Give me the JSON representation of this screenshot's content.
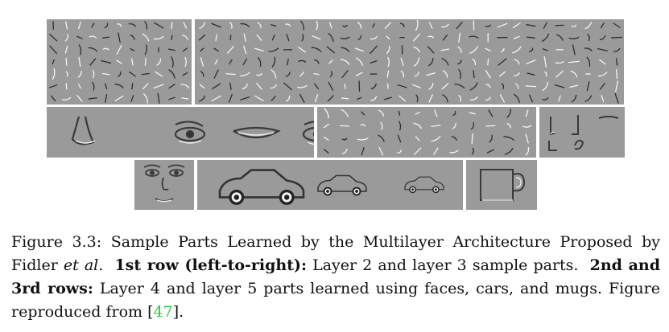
{
  "caption": {
    "label": "Figure 3.3:",
    "text_intro": "Sample Parts Learned by the Multilayer Architecture Proposed by Fidler",
    "et_al": "et al.",
    "row1_bold": "1st row (left-to-right):",
    "row1_text": "Layer 2 and layer 3 sample parts.",
    "row23_bold": "2nd and 3rd rows:",
    "row23_text": "Layer 4 and layer 5 parts learned using faces, cars, and mugs. Figure reproduced from",
    "citation": "47",
    "end": "."
  }
}
